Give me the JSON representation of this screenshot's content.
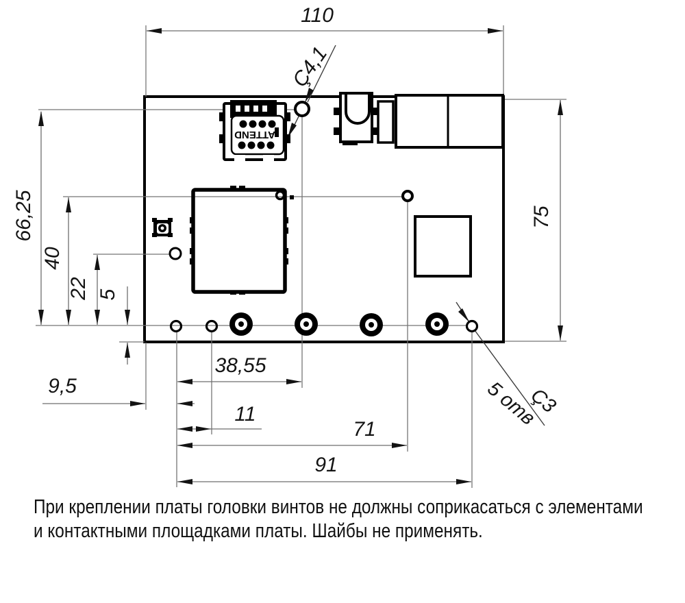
{
  "page": {
    "background": "#ffffff",
    "ink": "#000000",
    "thin_line_color": "#757575"
  },
  "dimensions": {
    "board_width": "110",
    "board_height": "75",
    "left_66_25": "66,25",
    "left_40": "40",
    "left_22": "22",
    "left_5": "5",
    "bottom_9_5": "9,5",
    "bottom_38_55": "38,55",
    "bottom_11": "11",
    "bottom_71": "71",
    "bottom_91": "91"
  },
  "callouts": {
    "top_hole_diameter": "Ç4,1",
    "mount_hole_diameter": "Ç3",
    "mount_hole_count": "5 отв"
  },
  "components": {
    "sim_connector_brand": "ATTEND"
  },
  "note": {
    "line1": "При креплении платы головки винтов не должны соприкасаться с элементами",
    "line2": "и контактными площадками платы. Шайбы не применять."
  }
}
